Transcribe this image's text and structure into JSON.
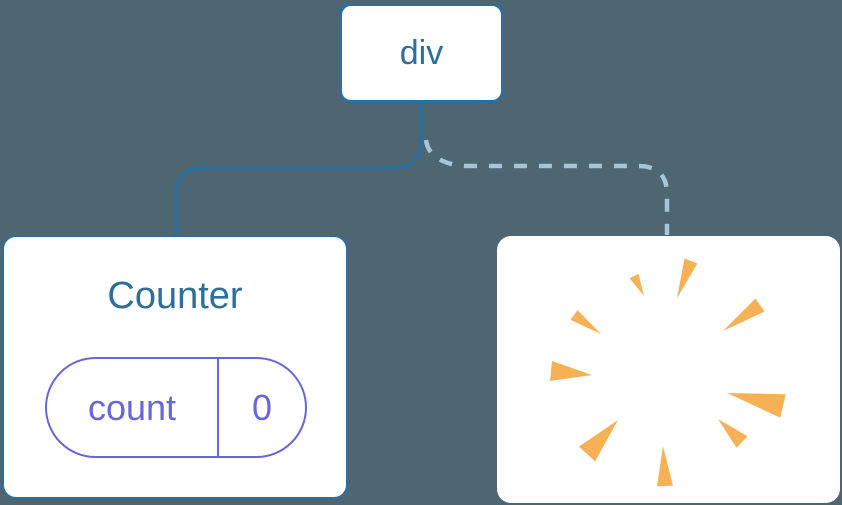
{
  "colors": {
    "background": "#4d6671",
    "node_blue": "#2c6e9c",
    "state_purple": "#6967d8",
    "dashed_blue_gray": "#a6c6d8",
    "poof_orange": "#f6b157",
    "card_white": "#ffffff"
  },
  "tree": {
    "root": {
      "label": "div"
    },
    "counter": {
      "title": "Counter",
      "state": {
        "key": "count",
        "value": "0"
      }
    },
    "removed": {
      "icon": "poof-explosion-icon"
    }
  },
  "edges": {
    "solid_edge": "div-to-counter",
    "dashed_edge": "div-to-removed"
  },
  "poof": {
    "rays": [
      "147,60 141.5,37.8 132.5,42.2",
      "180,62 200.5,27.5 187.5,22.5",
      "226,95 267.6,75.5 258.4,62.5",
      "104,98 80.5,74.1 73.5,83.9",
      "95,139 55,125 53,145",
      "230,157 283.3,181.7 288.7,158.3",
      "221,183 239.5,211.8 250.5,200.2",
      "121,184 81.9,210.6 98.1,225.4",
      "166,210 160,250.4 176,249.6"
    ]
  }
}
